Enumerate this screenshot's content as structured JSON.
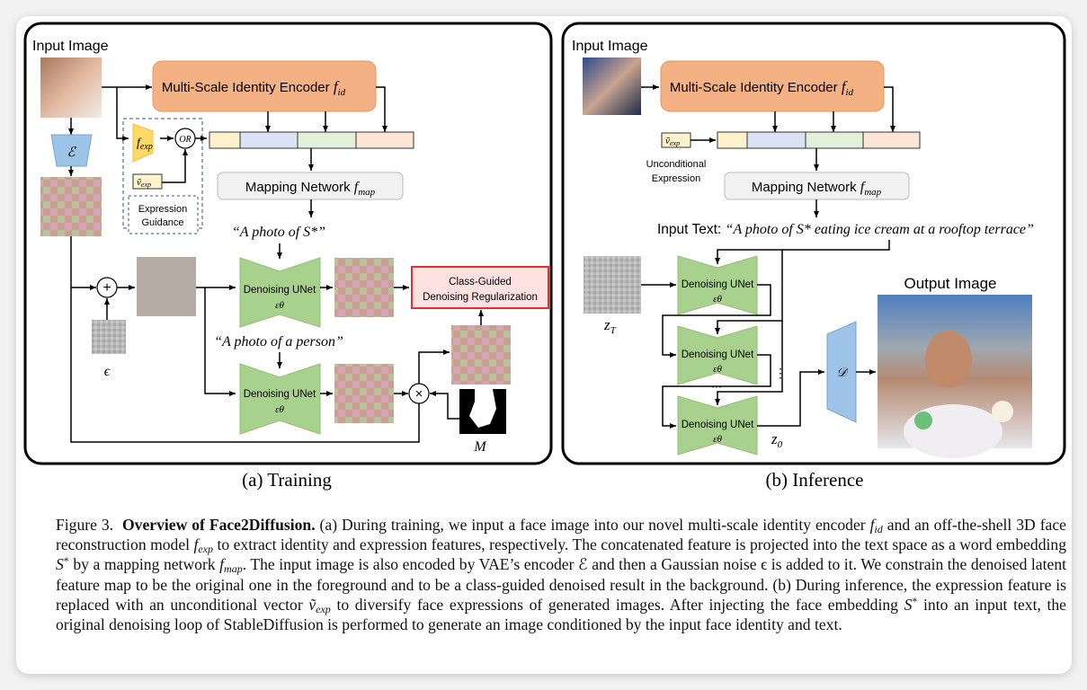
{
  "figure": {
    "training": {
      "input_image_label": "Input Image",
      "encoder_label": "Multi-Scale Identity Encoder",
      "encoder_symbol": "f",
      "encoder_subscript": "id",
      "vae_encoder_symbol": "ℰ",
      "fexp_symbol": "f",
      "fexp_subscript": "exp",
      "or_label": "OR",
      "vexp_symbol": "ṽ",
      "vexp_subscript": "exp",
      "expression_guidance_label": [
        "Expression",
        "Guidance"
      ],
      "mapping_label": "Mapping Network",
      "mapping_symbol": "f",
      "mapping_subscript": "map",
      "prompt_identity": "“A photo of S*”",
      "prompt_class": "“A photo of a person”",
      "unet_label": "Denoising UNet",
      "unet_symbol": "εθ",
      "noise_symbol": "ϵ",
      "plus_symbol": "+",
      "times_symbol": "×",
      "mask_symbol": "M",
      "regularization_label": [
        "Class-Guided",
        "Denoising Regularization"
      ],
      "panel_caption": "(a) Training"
    },
    "inference": {
      "input_image_label": "Input Image",
      "encoder_label": "Multi-Scale Identity Encoder",
      "encoder_symbol": "f",
      "encoder_subscript": "id",
      "vexp_symbol": "ṽ",
      "vexp_subscript": "exp",
      "unconditional_label": [
        "Unconditional",
        "Expression"
      ],
      "mapping_label": "Mapping Network",
      "mapping_symbol": "f",
      "mapping_subscript": "map",
      "input_text_label": "Input Text:",
      "input_text_value": "“A photo of S* eating ice cream at a rooftop terrace”",
      "zt_symbol": "z",
      "zt_subscript": "T",
      "z0_symbol": "z",
      "z0_subscript": "0",
      "unet_label": "Denoising UNet",
      "unet_symbol": "εθ",
      "decoder_symbol": "𝒟",
      "ellipsis_h": "···",
      "ellipsis_v": "⋮",
      "output_image_label": "Output Image",
      "panel_caption": "(b) Inference"
    },
    "colors": {
      "encoder_fill": "#f4b183",
      "encoder_stroke": "#e8935a",
      "unet_fill": "#a9d18e",
      "vae_fill": "#9dc3e6",
      "fexp_fill": "#ffd966",
      "reg_fill": "#fde0e0",
      "reg_stroke": "#e03030",
      "seg_yellow": "#fff2cc",
      "seg_blue": "#dae3f3",
      "seg_green": "#e2f0d9",
      "seg_peach": "#fbe5d6",
      "mapping_fill": "#f2f2f2"
    }
  },
  "caption": {
    "figure_number": "Figure 3.",
    "title": "Overview of Face2Diffusion.",
    "text_1": " (a) During training, we input a face image into our novel multi-scale identity encoder ",
    "f_id": "f",
    "f_id_sub": "id",
    "text_2": " and an off-the-shell 3D face reconstruction model ",
    "f_exp": "f",
    "f_exp_sub": "exp",
    "text_3": " to extract identity and expression features, respectively.  The concatenated feature is projected into the text space as a word embedding ",
    "s_star": "S",
    "s_star_sup": "*",
    "text_4": " by a mapping network ",
    "f_map": "f",
    "f_map_sub": "map",
    "text_5": ". The input image is also encoded by VAE’s encoder ℰ and then a Gaussian noise ϵ is added to it. We constrain the denoised latent feature map to be the original one in the foreground and to be a class-guided denoised result in the background. (b) During inference, the expression feature is replaced with an unconditional vector ",
    "v_exp": "ṽ",
    "v_exp_sub": "exp",
    "text_6": " to diversify face expressions of generated images. After injecting the face embedding ",
    "s_star2": "S",
    "s_star2_sup": "*",
    "text_7": " into an input text, the original denoising loop of StableDiffusion is performed to generate an image conditioned by the input face identity and text."
  }
}
